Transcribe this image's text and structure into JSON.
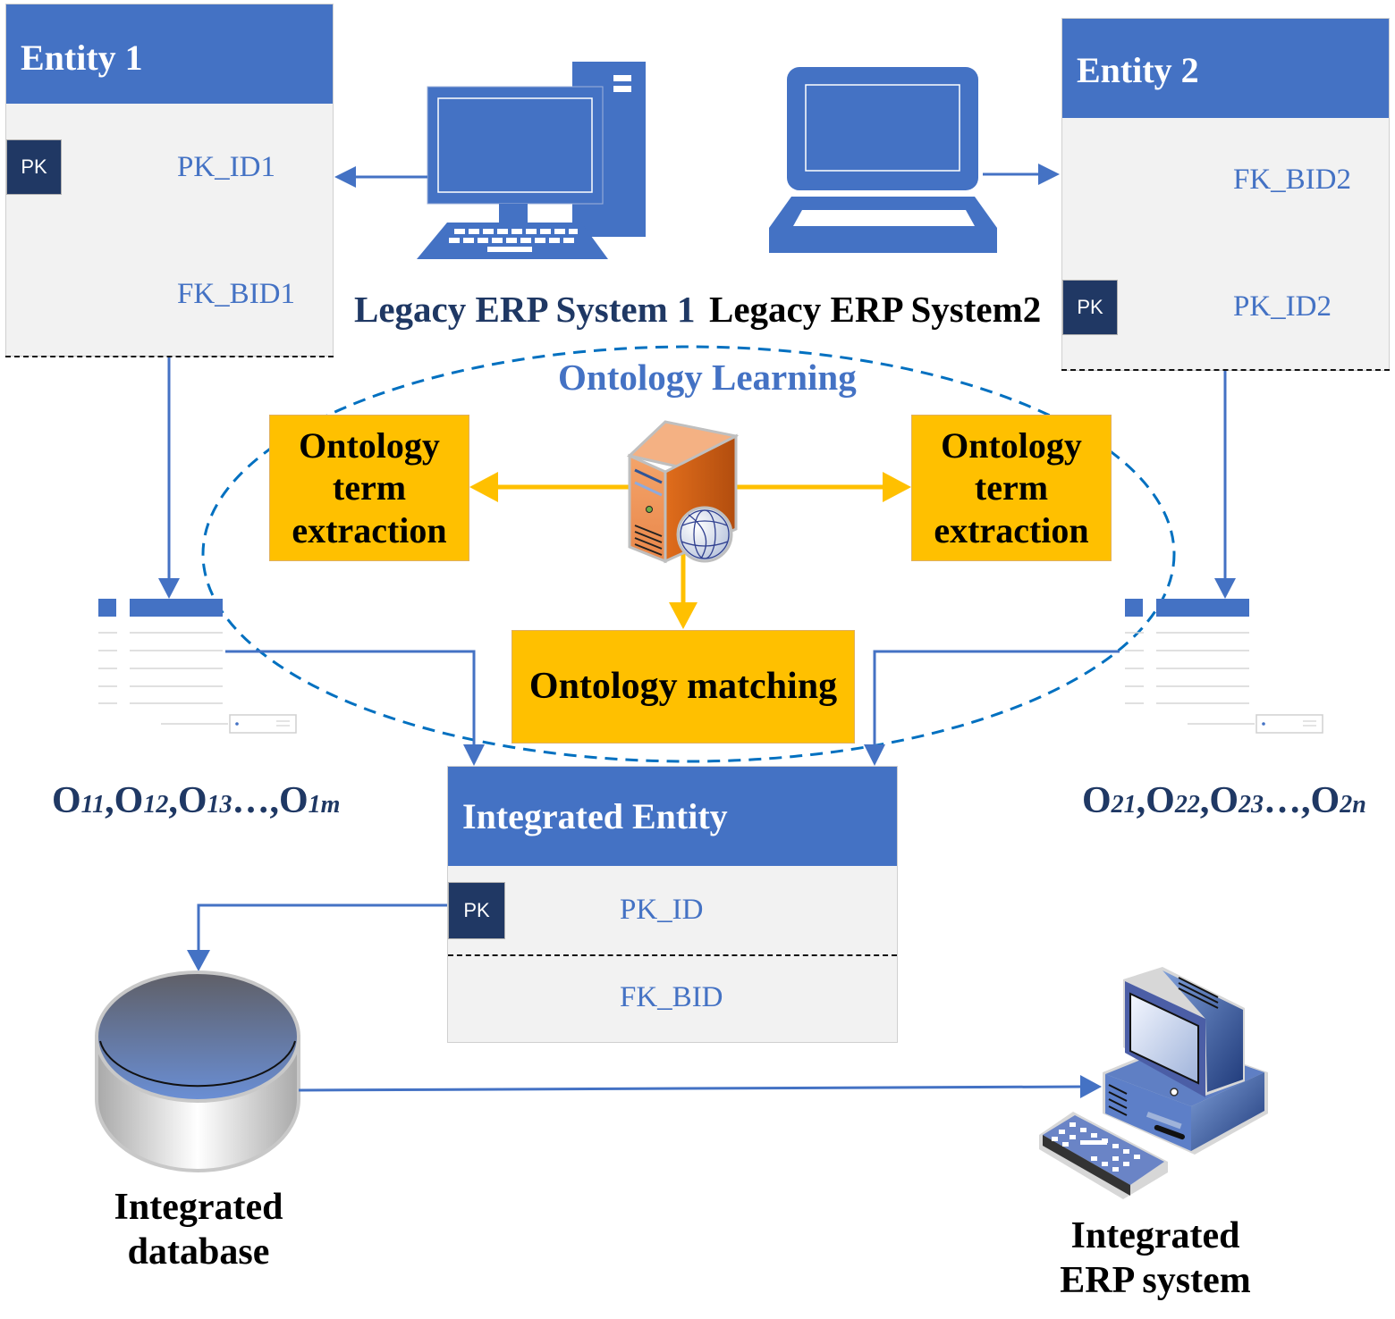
{
  "entity1": {
    "title": "Entity 1",
    "pk_badge": "PK",
    "fields": [
      "PK_ID1",
      "FK_BID1"
    ]
  },
  "entity2": {
    "title": "Entity 2",
    "pk_badge": "PK",
    "fields": [
      "FK_BID2",
      "PK_ID2"
    ]
  },
  "legacy_systems": {
    "system1_label": "Legacy ERP System 1",
    "system2_label": "Legacy ERP System2"
  },
  "ontology_learning": {
    "title": "Ontology Learning",
    "left_box": "Ontology term extraction",
    "right_box": "Ontology term extraction",
    "matching_box": "Ontology matching"
  },
  "ontology_sets": {
    "left": [
      {
        "base": "O",
        "sub": "11"
      },
      {
        "base": "O",
        "sub": "12"
      },
      {
        "base": "O",
        "sub": "13"
      },
      {
        "base": "O",
        "sub": "1m"
      }
    ],
    "right": [
      {
        "base": "O",
        "sub": "21"
      },
      {
        "base": "O",
        "sub": "22"
      },
      {
        "base": "O",
        "sub": "23"
      },
      {
        "base": "O",
        "sub": "2n"
      }
    ],
    "separator": ",",
    "ellipsis": "…"
  },
  "integrated_entity": {
    "title": "Integrated Entity",
    "pk_badge": "PK",
    "fields": [
      "PK_ID",
      "FK_BID"
    ]
  },
  "integrated_database": {
    "label_line1": "Integrated",
    "label_line2": "database"
  },
  "integrated_erp": {
    "label_line1": "Integrated",
    "label_line2": "ERP system"
  },
  "colors": {
    "entity_header": "#4472c4",
    "pk_badge": "#203864",
    "process_box": "#ffc000",
    "connector_blue": "#4472c4",
    "connector_orange": "#ffc000",
    "ellipse_dash": "#0070c0"
  }
}
